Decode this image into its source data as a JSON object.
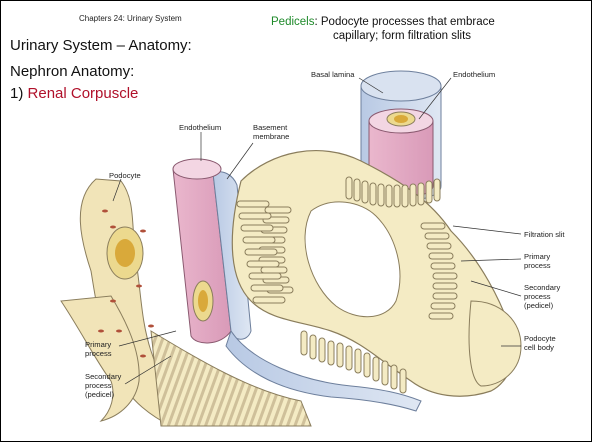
{
  "header": {
    "chapter": "Chapters 24:  Urinary System"
  },
  "titles": {
    "line1": "Urinary System – Anatomy:",
    "line2": "Nephron Anatomy:",
    "number": "1)",
    "corpuscle": "Renal Corpuscle"
  },
  "definition": {
    "term": "Pedicels",
    "colon": ":",
    "text1": "Podocyte processes that embrace",
    "text2": "capillary; form filtration slits"
  },
  "labels": {
    "basal_lamina": "Basal lamina",
    "endothelium_top": "Endothelium",
    "endothelium_left": "Endothelium",
    "basement_membrane": "Basement\nmembrane",
    "podocyte": "Podocyte",
    "filtration_slit": "Filtration slit",
    "primary_process_right": "Primary\nprocess",
    "secondary_process_right": "Secondary\nprocess\n(pedicel)",
    "podocyte_cell_body": "Podocyte\ncell body",
    "primary_process_left": "Primary\nprocess",
    "secondary_process_left": "Secondary\nprocess\n(pedicel)"
  },
  "colors": {
    "term_green": "#1e8a2a",
    "corpuscle_red": "#b0102a",
    "podocyte_cream": "#f4ebc4",
    "endothelium_pink": "#e9b6cc",
    "basement_blue": "#c9d6ea",
    "nucleus_gold": "#d9a93a"
  }
}
